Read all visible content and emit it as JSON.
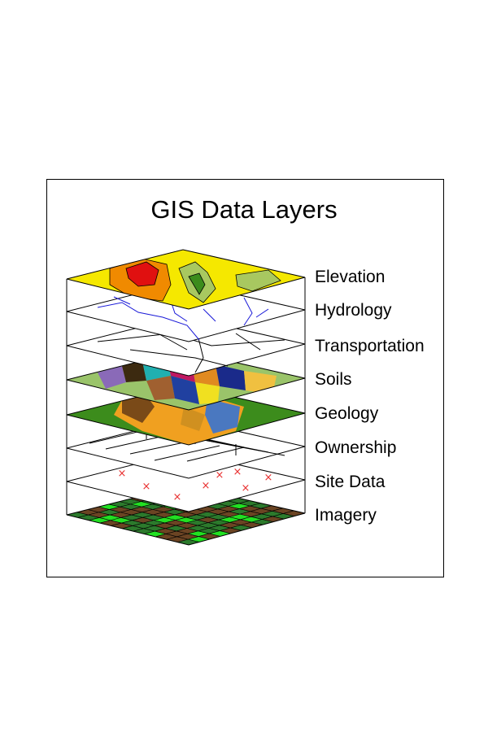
{
  "title": "GIS Data Layers",
  "layers": [
    {
      "label": "Elevation"
    },
    {
      "label": "Hydrology"
    },
    {
      "label": "Transportation"
    },
    {
      "label": "Soils"
    },
    {
      "label": "Geology"
    },
    {
      "label": "Ownership"
    },
    {
      "label": "Site Data"
    },
    {
      "label": "Imagery"
    }
  ],
  "colors": {
    "elevation_base": "#f5e800",
    "elevation_orange": "#f08a00",
    "elevation_red": "#e01010",
    "elevation_green": "#a8c860",
    "hydrology_rivers": "#1a1ad8",
    "geology_green": "#3c8c1c",
    "geology_orange": "#f0a020",
    "geology_brown": "#7a4a18",
    "site_marker": "#e83030",
    "imagery_green": "#2c7a2c",
    "imagery_brown": "#6b4423",
    "imagery_lime": "#22e022",
    "imagery_blue": "#1a1ae0"
  }
}
